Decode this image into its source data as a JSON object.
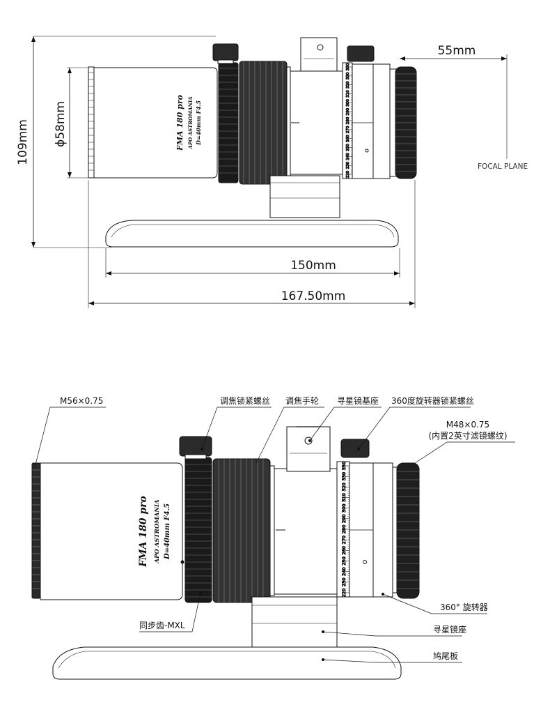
{
  "top": {
    "dim_height": "109mm",
    "dim_diameter": "58mm",
    "dim_diameter_symbol": "ϕ",
    "dim_back_focus": "55mm",
    "focal_plane": "FOCAL PLANE",
    "dim_base_length": "150mm",
    "dim_total_length": "167.50mm"
  },
  "branding": {
    "model": "FMA 180 pro",
    "brand": "APO ASTROMANIA",
    "spec": "D=40mm F4.5"
  },
  "scale_numbers": [
    "350",
    "330",
    "320",
    "310",
    "300",
    "290",
    "280",
    "270",
    "260",
    "250",
    "240",
    "230",
    "220"
  ],
  "bottom_labels": {
    "m56": "M56×0.75",
    "focus_lock_screw": "调焦锁紧螺丝",
    "focus_knob": "调焦手轮",
    "finder_base_top": "寻星镜基座",
    "rotator_lock_screw": "360度旋转器锁紧螺丝",
    "m48_line1": "M48×0.75",
    "m48_line2": "(内置2英寸滤镜螺纹)",
    "rotator": "360° 旋转器",
    "finder_mount": "寻星镜座",
    "dovetail": "鸠尾板",
    "sync_gear": "同步齿-MXL"
  }
}
